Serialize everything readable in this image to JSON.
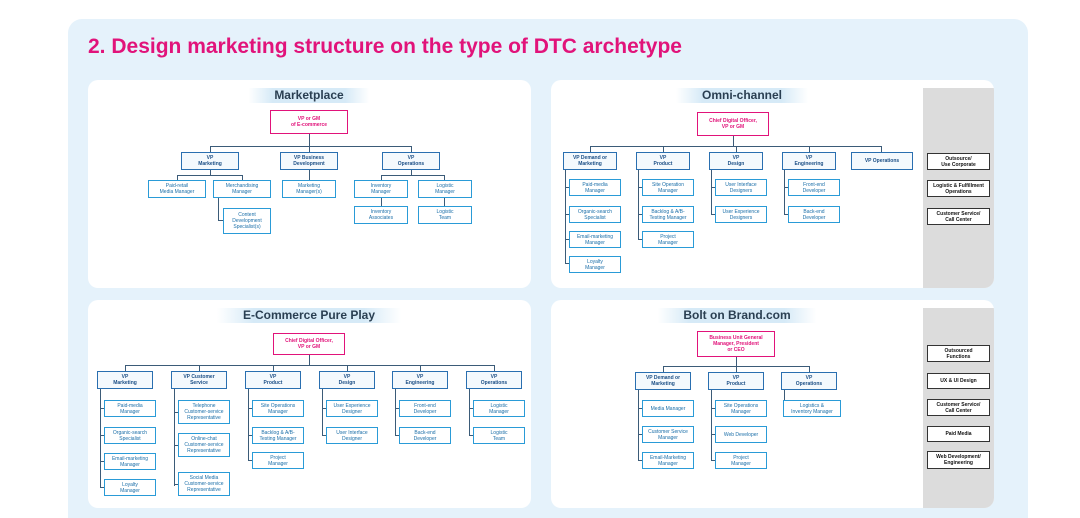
{
  "heading": "2. Design marketing structure on the type of DTC archetype",
  "panels": {
    "marketplace": {
      "title": "Marketplace",
      "root": "VP or GM\nof E-commerce",
      "vp": [
        "VP\nMarketing",
        "VP Business\nDevelopment",
        "VP\nOperations"
      ],
      "roles": [
        "Paid-retail\nMedia Manager",
        "Merchandising\nManager",
        "Content\nDevelopment\nSpecialist(s)",
        "Marketing\nManager(s)",
        "Inventory\nManager",
        "Logistic\nManager",
        "Inventory\nAssociates",
        "Logistic\nTeam"
      ]
    },
    "omni": {
      "title": "Omni-channel",
      "root": "Chief Digital Officer,\nVP or GM",
      "vp": [
        "VP Demand or\nMarketing",
        "VP\nProduct",
        "VP\nDesign",
        "VP\nEngineering",
        "VP Operations"
      ],
      "roles": [
        "Paid-media\nManager",
        "Organic-search\nSpecialist",
        "Email-marketing\nManager",
        "Loyalty\nManager",
        "Site Operation\nManager",
        "Backlog & A/B-\nTesting Manager",
        "Project\nManager",
        "User Interface\nDesigners",
        "User Experience\nDesigners",
        "Front-end\nDeveloper",
        "Back-end\nDeveloper"
      ],
      "side": [
        "Outsource/\nUse Corporate",
        "Logistic & Fulfillment\nOperations",
        "Customer Service/\nCall Center"
      ]
    },
    "pureplay": {
      "title": "E-Commerce Pure Play",
      "root": "Chief Digital Officer,\nVP or GM",
      "vp": [
        "VP\nMarketing",
        "VP Customer\nService",
        "VP\nProduct",
        "VP\nDesign",
        "VP\nEngineering",
        "VP\nOperations"
      ],
      "roles": [
        "Paid-media\nManager",
        "Organic-search\nSpecialist",
        "Email-marketing\nManager",
        "Loyalty\nManager",
        "Telephone\nCustomer-service\nRepresentative",
        "Online-chat\nCustomer-service\nRepresentative",
        "Social Media\nCustomer-service\nRepresentative",
        "Site Operations\nManager",
        "Backlog & A/B-\nTesting Manager",
        "Project\nManager",
        "User Experience\nDesigner",
        "User Interface\nDesigner",
        "Front-end\nDeveloper",
        "Back-end\nDeveloper",
        "Logistic\nManager",
        "Logistic\nTeam"
      ]
    },
    "bolton": {
      "title": "Bolt on Brand.com",
      "root": "Business Unit General\nManager, President\nor CEO",
      "vp": [
        "VP Demand or\nMarketing",
        "VP\nProduct",
        "VP\nOperations"
      ],
      "roles": [
        "Media Manager",
        "Customer Service\nManager",
        "Email-Marketing\nManager",
        "Site Operations\nManager",
        "Web Developer",
        "Project\nManager",
        "Logistics &\nInventory Manager"
      ],
      "side": [
        "Outsourced\nFunctions",
        "UX & UI Design",
        "Customer Service/\nCall Center",
        "Paid Media",
        "Web Development/\nEngineering"
      ]
    }
  },
  "colors": {
    "accent": "#e1137a",
    "box": "#2a9bd7",
    "vp": "#2a6fb0",
    "bg": "#e5f2fb"
  }
}
